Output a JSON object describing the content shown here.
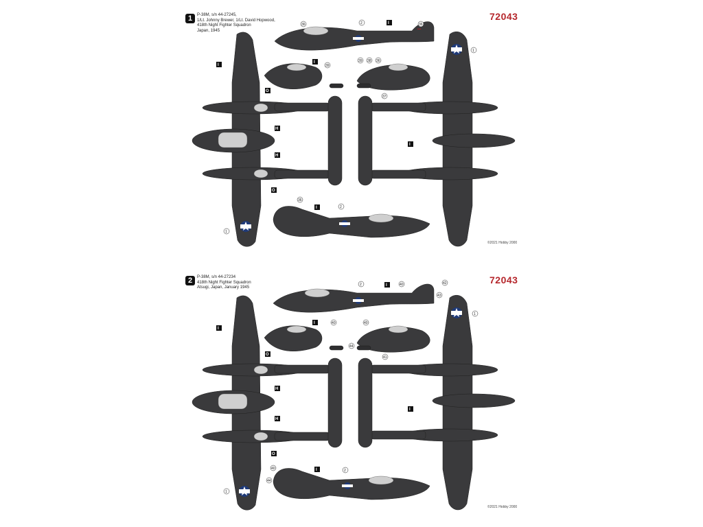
{
  "product_code": "72043",
  "schemes": [
    {
      "number": "1",
      "caption_lines": [
        "P-38M, s/n 44-27245,",
        "1/Lt. Johnny Brewer, 1/Lt. David Hopwood,",
        "418th Night Fighter Squadron",
        "Japan, 1945"
      ],
      "copyright": "©2021 Hobby 2000",
      "labels": {
        "I": "I",
        "O": "O",
        "H": "H"
      },
      "callouts": {
        "star": "1",
        "small_star": "2",
        "a": "36",
        "b": "39",
        "c": "38",
        "d": "37"
      }
    },
    {
      "number": "2",
      "caption_lines": [
        "P-38M, s/n 44-27234",
        "418th Night Fighter Squadron",
        "Atsugi, Japan, January 1945"
      ],
      "copyright": "©2021 Hobby 2000",
      "labels": {
        "I": "I",
        "O": "O",
        "H": "H"
      },
      "callouts": {
        "star": "1",
        "small_star": "2",
        "a": "40",
        "b": "42",
        "c": "43",
        "d": "44",
        "e": "41"
      }
    }
  ],
  "colors": {
    "paint": "#3a3a3c",
    "code_red": "#b5262b",
    "insignia_blue": "#1f3a78"
  }
}
